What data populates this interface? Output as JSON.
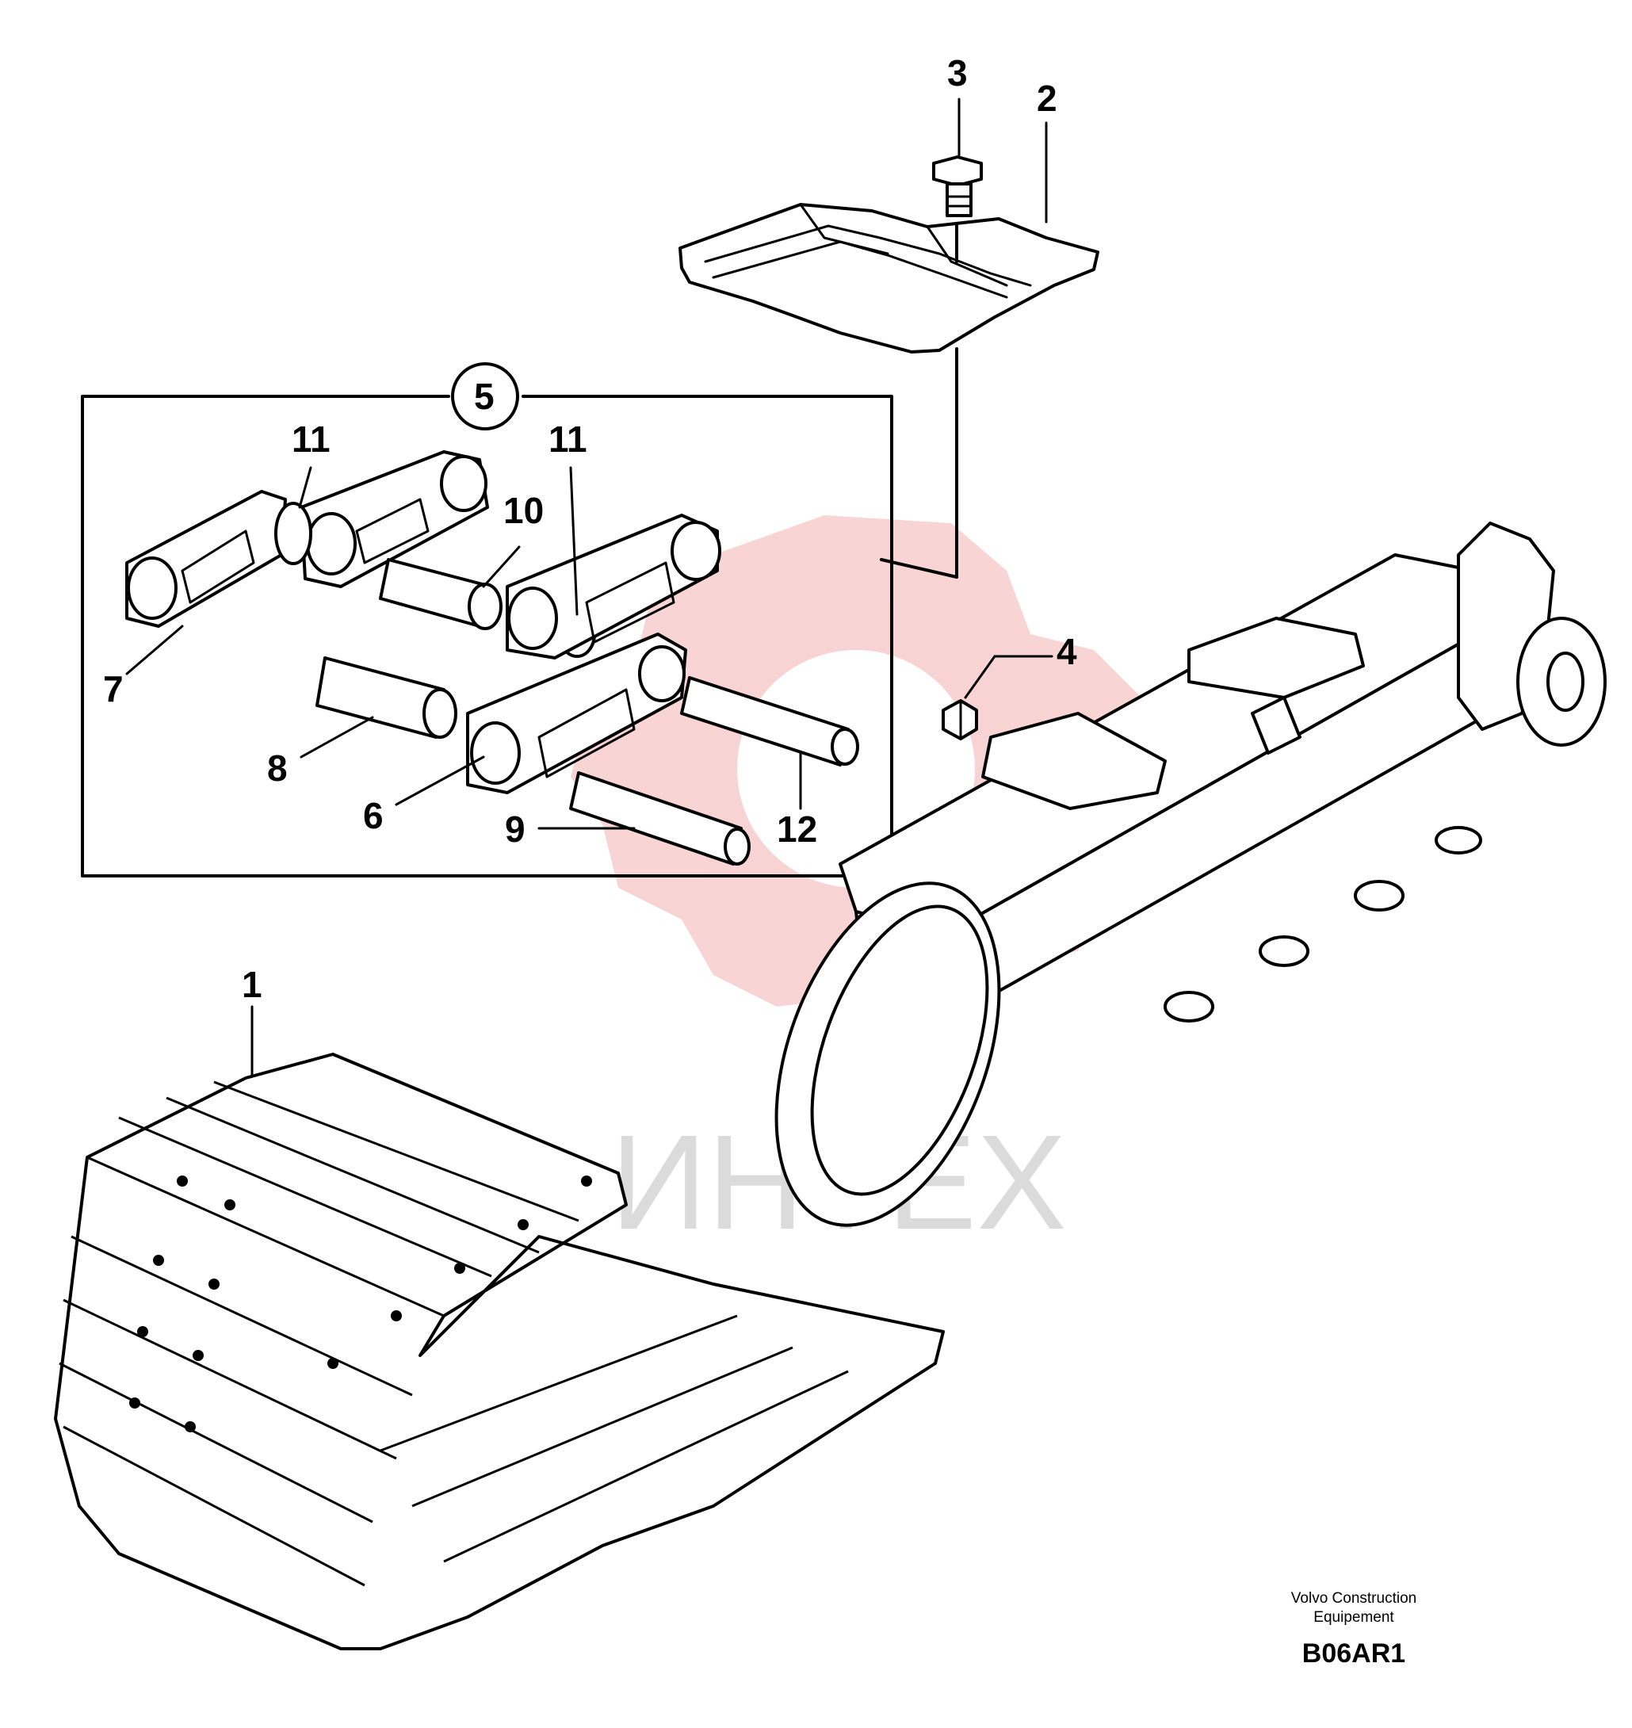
{
  "callouts": {
    "c1": "1",
    "c2": "2",
    "c3": "3",
    "c4": "4",
    "c5": "5",
    "c6": "6",
    "c7": "7",
    "c8": "8",
    "c9": "9",
    "c10": "10",
    "c11a": "11",
    "c11b": "11",
    "c12": "12"
  },
  "credit": {
    "line1": "Volvo Construction",
    "line2": "Equipement"
  },
  "figure_id": "B06AR1",
  "watermark": {
    "text": "ИНТЕХ",
    "color": "#e23a3a"
  }
}
